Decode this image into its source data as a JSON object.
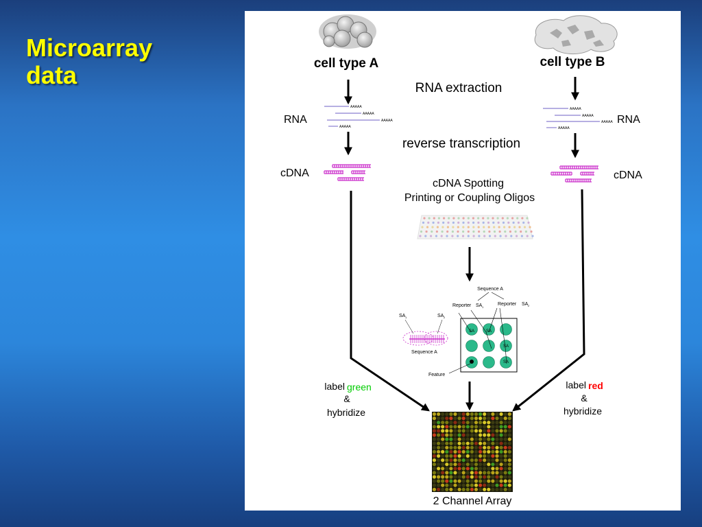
{
  "slide": {
    "title_line1": "Microarray",
    "title_line2": "data"
  },
  "diagram": {
    "cell_a": "cell type A",
    "cell_b": "cell type B",
    "step_extraction": "RNA extraction",
    "step_rt": "reverse transcription",
    "rna_left": "RNA",
    "rna_right": "RNA",
    "cdna_left": "cDNA",
    "cdna_right": "cDNA",
    "polya": "AAAAA",
    "spotting_line1": "cDNA Spotting",
    "spotting_line2": "Printing or Coupling Oligos",
    "sequence_a": "Sequence A",
    "reporter": "Reporter",
    "sa": "SA",
    "sub1": "1",
    "sub2": "2",
    "feature": "Feature",
    "label_left_1": "label",
    "label_left_color": "green",
    "label_left_2": "&",
    "label_left_3": "hybridize",
    "label_right_1": "label",
    "label_right_color": "red",
    "label_right_2": "&",
    "label_right_3": "hybridize",
    "array_caption": "2 Channel Array"
  },
  "colors": {
    "title": "#ffff00",
    "green_label": "#00cc00",
    "red_label": "#ff0000",
    "cdna": "#cc33cc",
    "rna": "#8a7fd0",
    "spot": "#2bb98a"
  }
}
